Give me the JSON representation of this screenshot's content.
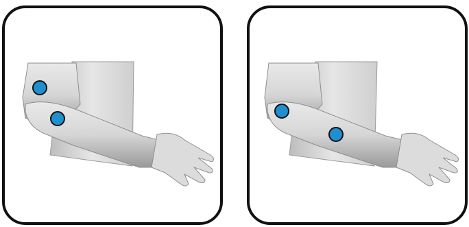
{
  "colors": {
    "marker_fill": "#1f8fcf",
    "marker_stroke": "#111111",
    "panel_border": "#111111",
    "skin_light": "#f2f2f2",
    "skin_mid": "#c9c9c9",
    "skin_dark": "#8e8e8e"
  },
  "panels": [
    {
      "name": "left",
      "markers": [
        "marker-upper-elbow",
        "marker-forearm-near-elbow"
      ]
    },
    {
      "name": "right",
      "markers": [
        "marker-elbow-point",
        "marker-mid-forearm"
      ]
    }
  ]
}
